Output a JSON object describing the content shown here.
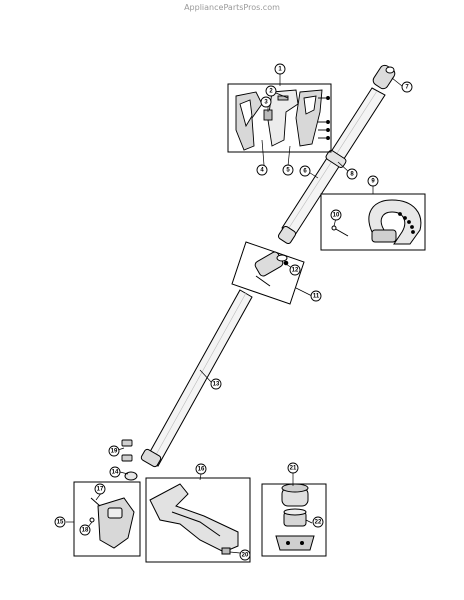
{
  "watermark": "AppliancePartsPros.com",
  "callouts": [
    {
      "id": "c1",
      "label": "1"
    },
    {
      "id": "c2",
      "label": "2"
    },
    {
      "id": "c3",
      "label": "3"
    },
    {
      "id": "c4",
      "label": "4"
    },
    {
      "id": "c5",
      "label": "5"
    },
    {
      "id": "c6",
      "label": "6"
    },
    {
      "id": "c7",
      "label": "7"
    },
    {
      "id": "c8",
      "label": "8"
    },
    {
      "id": "c9",
      "label": "9"
    },
    {
      "id": "c10",
      "label": "10"
    },
    {
      "id": "c11",
      "label": "11"
    },
    {
      "id": "c12",
      "label": "12"
    },
    {
      "id": "c13",
      "label": "13"
    },
    {
      "id": "c14",
      "label": "14"
    },
    {
      "id": "c15",
      "label": "15"
    },
    {
      "id": "c16",
      "label": "16"
    },
    {
      "id": "c17",
      "label": "17"
    },
    {
      "id": "c18",
      "label": "18"
    },
    {
      "id": "c19",
      "label": "19"
    },
    {
      "id": "c20",
      "label": "20"
    },
    {
      "id": "c21",
      "label": "21"
    },
    {
      "id": "c22",
      "label": "22"
    }
  ],
  "colors": {
    "line": "#000000",
    "shaft_fill": "#f4f4f4",
    "part_fill": "#d8d8d8",
    "watermark": "#9a9a9a"
  }
}
